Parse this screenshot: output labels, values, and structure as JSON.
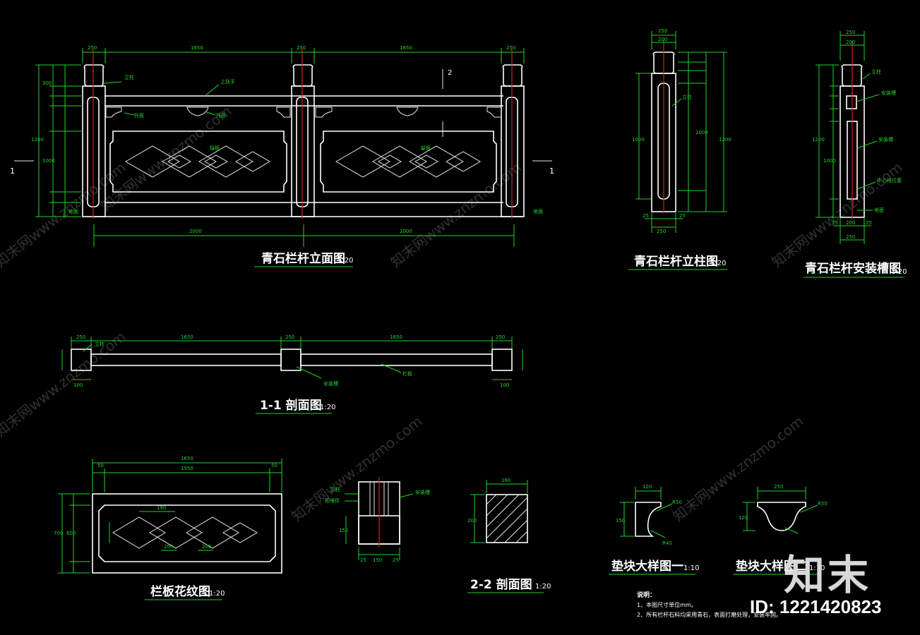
{
  "titles": {
    "elevation": "青石栏杆立面图",
    "elevation_scale": "1:20",
    "post": "青石栏杆立柱图",
    "post_scale": "1:20",
    "install": "青石栏杆安装槽图",
    "install_scale": "1:20",
    "section11": "1-1 剖面图",
    "section11_scale": "1:20",
    "panel": "栏板花纹图",
    "panel_scale": "1:20",
    "section22": "2-2 剖面图",
    "section22_scale": "1:20",
    "block1": "垫块大样图一",
    "block1_scale": "1:10",
    "block2": "垫块大样图二",
    "block2_scale": "1:10"
  },
  "labels": {
    "section_mark_1": "1",
    "section_mark_2": "2",
    "notes_title": "说明：",
    "note1": "1、本图尺寸单位mm。",
    "note2": "2、所有栏杆石料均采用青石，表面打磨处理，安装牢固。"
  },
  "branding": {
    "logo": "知末",
    "id": "ID: 1221420823",
    "watermark": "知末网www.znzmo.com"
  }
}
